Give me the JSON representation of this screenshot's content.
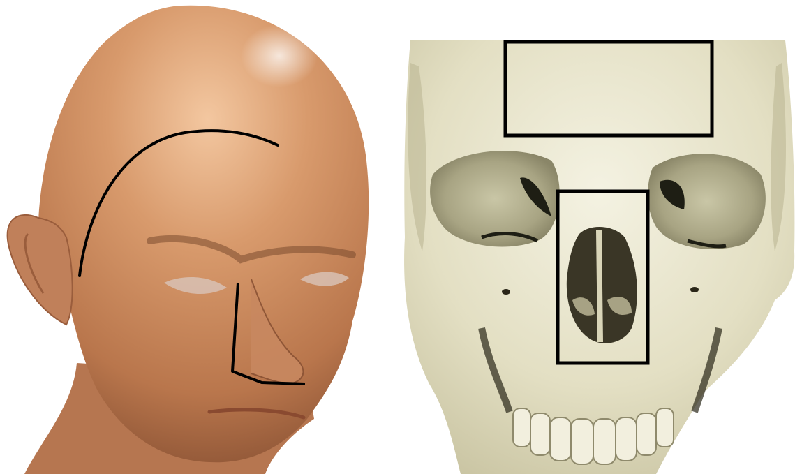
{
  "panels": [
    {
      "subject": "head",
      "annotations": [
        {
          "kind": "curve",
          "color": "#000000"
        },
        {
          "kind": "polyline",
          "color": "#000000"
        }
      ]
    },
    {
      "subject": "skull",
      "annotations": [
        {
          "kind": "box",
          "region": "forehead",
          "color": "#000000"
        },
        {
          "kind": "box",
          "region": "nasal",
          "color": "#000000"
        }
      ]
    }
  ],
  "colors": {
    "background": "#ffffff",
    "skin": "#c98a5e",
    "bone": "#e6e2c8",
    "annotation": "#000000"
  }
}
